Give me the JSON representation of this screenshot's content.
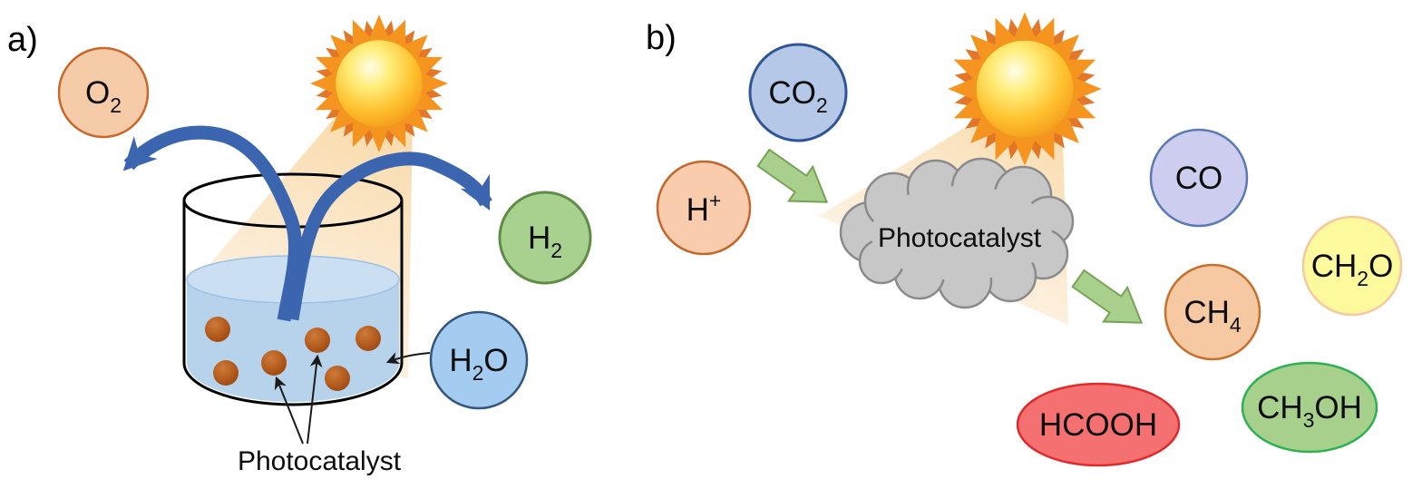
{
  "figure": {
    "type": "scientific-diagram",
    "subject": "Photocatalysis schematic: (a) photocatalytic water splitting, (b) photocatalytic CO2 reduction"
  },
  "panel_a": {
    "label": "a)",
    "photocatalyst_label": "Photocatalyst",
    "o2": {
      "part1": "O",
      "sub": "2",
      "fill": "#F6CBA8",
      "stroke": "#C9672B"
    },
    "h2": {
      "part1": "H",
      "sub": "2",
      "fill": "#A8D08E",
      "stroke": "#5F8D48"
    },
    "h2o": {
      "part1": "H",
      "sub": "2",
      "part2": "O",
      "fill": "#A3CCF0",
      "stroke": "#33567E"
    }
  },
  "panel_b": {
    "label": "b)",
    "cloud_label": "Photocatalyst",
    "co2": {
      "part1": "CO",
      "sub": "2",
      "fill": "#B5C8E8",
      "stroke": "#2F5597"
    },
    "hplus": {
      "part1": "H",
      "sup": "+",
      "fill": "#F8CCAC",
      "stroke": "#C2682C"
    },
    "co": {
      "part1": "CO",
      "fill": "#CDCDF0",
      "stroke": "#5B79B2"
    },
    "ch2o": {
      "part1": "CH",
      "sub": "2",
      "part2": "O",
      "fill": "#FDFA9E",
      "stroke": "#F4C9A0"
    },
    "ch4": {
      "part1": "CH",
      "sub": "4",
      "fill": "#F7C9A2",
      "stroke": "#C76F2C"
    },
    "ch3oh": {
      "part1": "CH",
      "sub": "3",
      "part2": "OH",
      "fill": "#A8D08D",
      "stroke": "#2DB152"
    },
    "hcooh": {
      "part1": "HCOOH",
      "fill": "#F57171",
      "stroke": "#E02A2C"
    }
  },
  "colors": {
    "arrow_blue": "#3B66AF",
    "green_arrow_fill": "#A9CF8C",
    "green_arrow_stroke": "#76A356",
    "light_beam": "#F6C77E",
    "cloud_fill": "#C7C7C7",
    "cloud_stroke": "#8A8A8A",
    "water_fill": "#B7D3EC",
    "water_surface_fill": "#CBDFF2",
    "particle_brown": "#A85319",
    "sun_core_yellow": "#FFEE6F",
    "sun_ray_orange": "#F5941F",
    "outline_black": "#1a1a1a"
  }
}
